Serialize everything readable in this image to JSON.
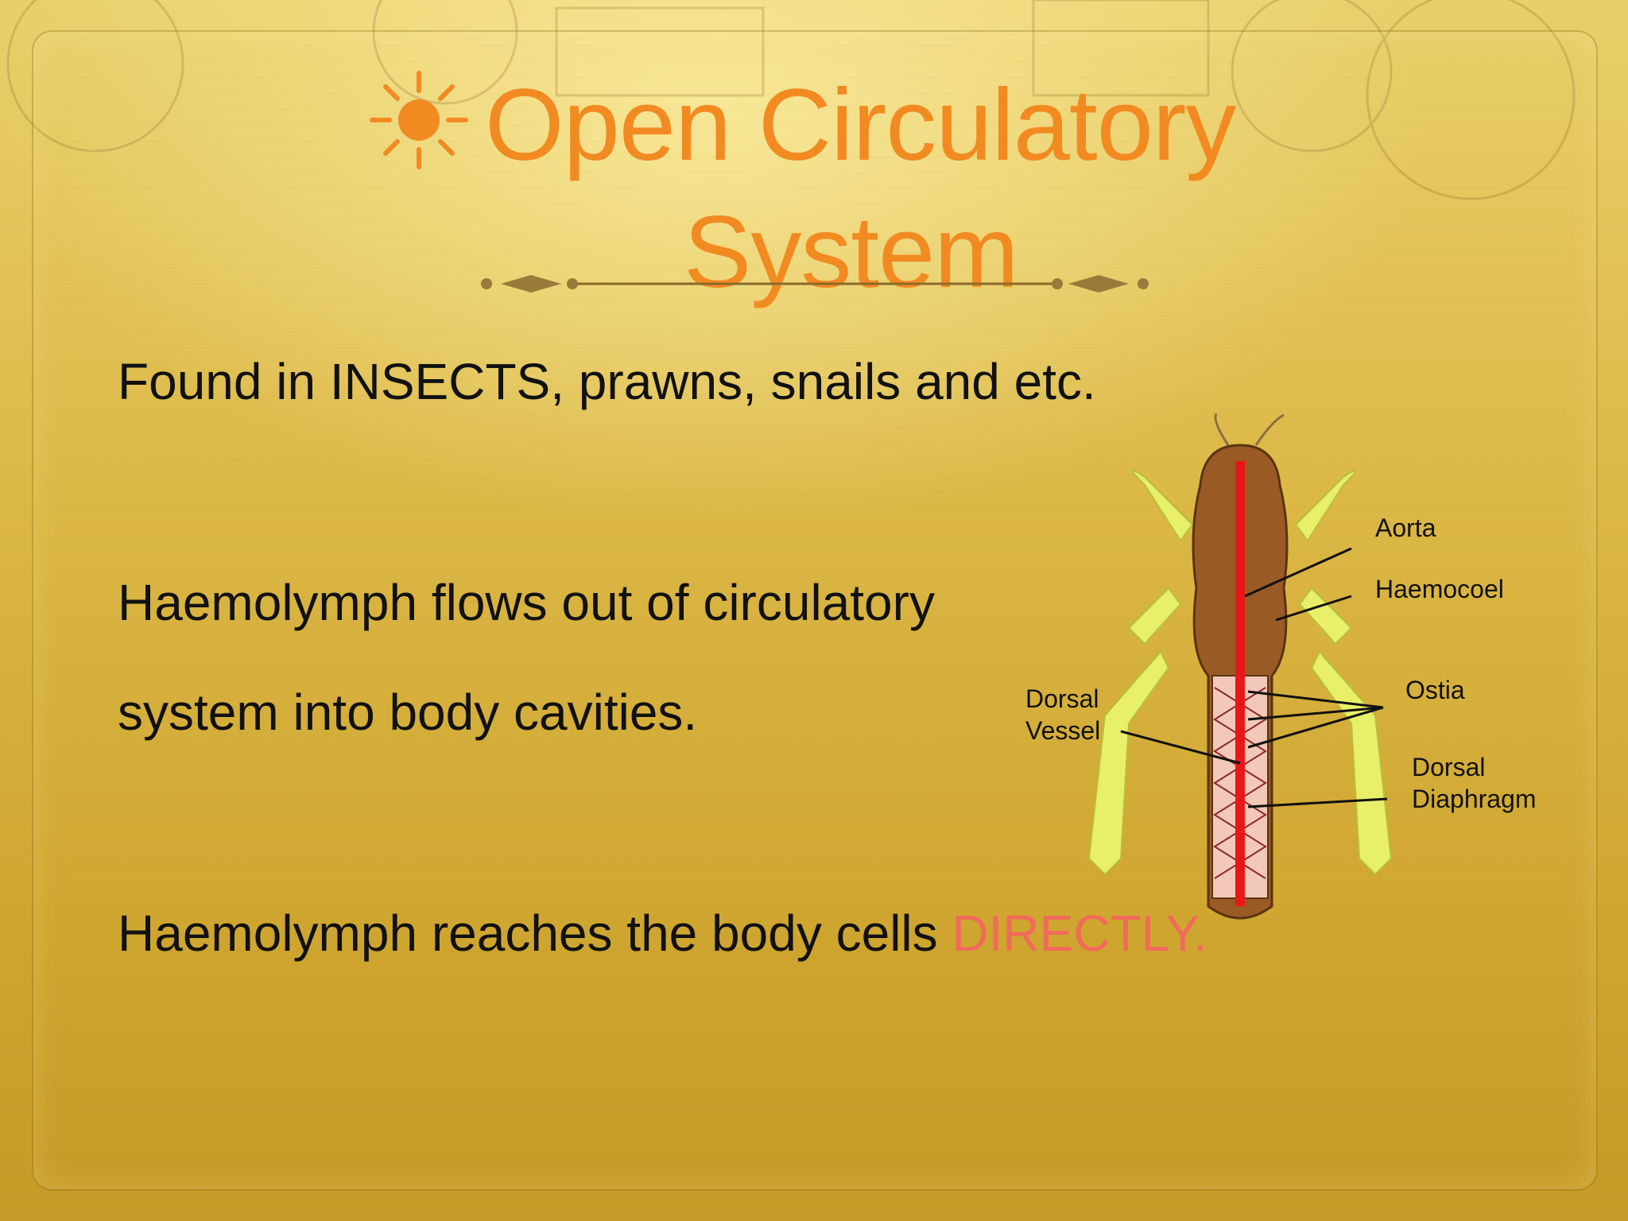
{
  "title": {
    "line1": "Open Circulatory",
    "line2": "System",
    "color": "#f28a22",
    "icon": "sun-icon"
  },
  "bullets": {
    "b1": "Found in INSECTS, prawns, snails and etc.",
    "b2_line1": "Haemolymph flows out of circulatory",
    "b2_line2": "system into body cavities.",
    "b3_prefix": "Haemolymph reaches the body cells ",
    "b3_highlight": "DIRECTLY."
  },
  "diagram": {
    "labels": {
      "aorta": "Aorta",
      "haemocoel": "Haemocoel",
      "ostia": "Ostia",
      "dorsal_vessel_1": "Dorsal",
      "dorsal_vessel_2": "Vessel",
      "dorsal_diaphragm_1": "Dorsal",
      "dorsal_diaphragm_2": "Diaphragm"
    }
  },
  "colors": {
    "background": "#d9b13c",
    "text": "#111111",
    "highlight": "#f26a5a"
  }
}
